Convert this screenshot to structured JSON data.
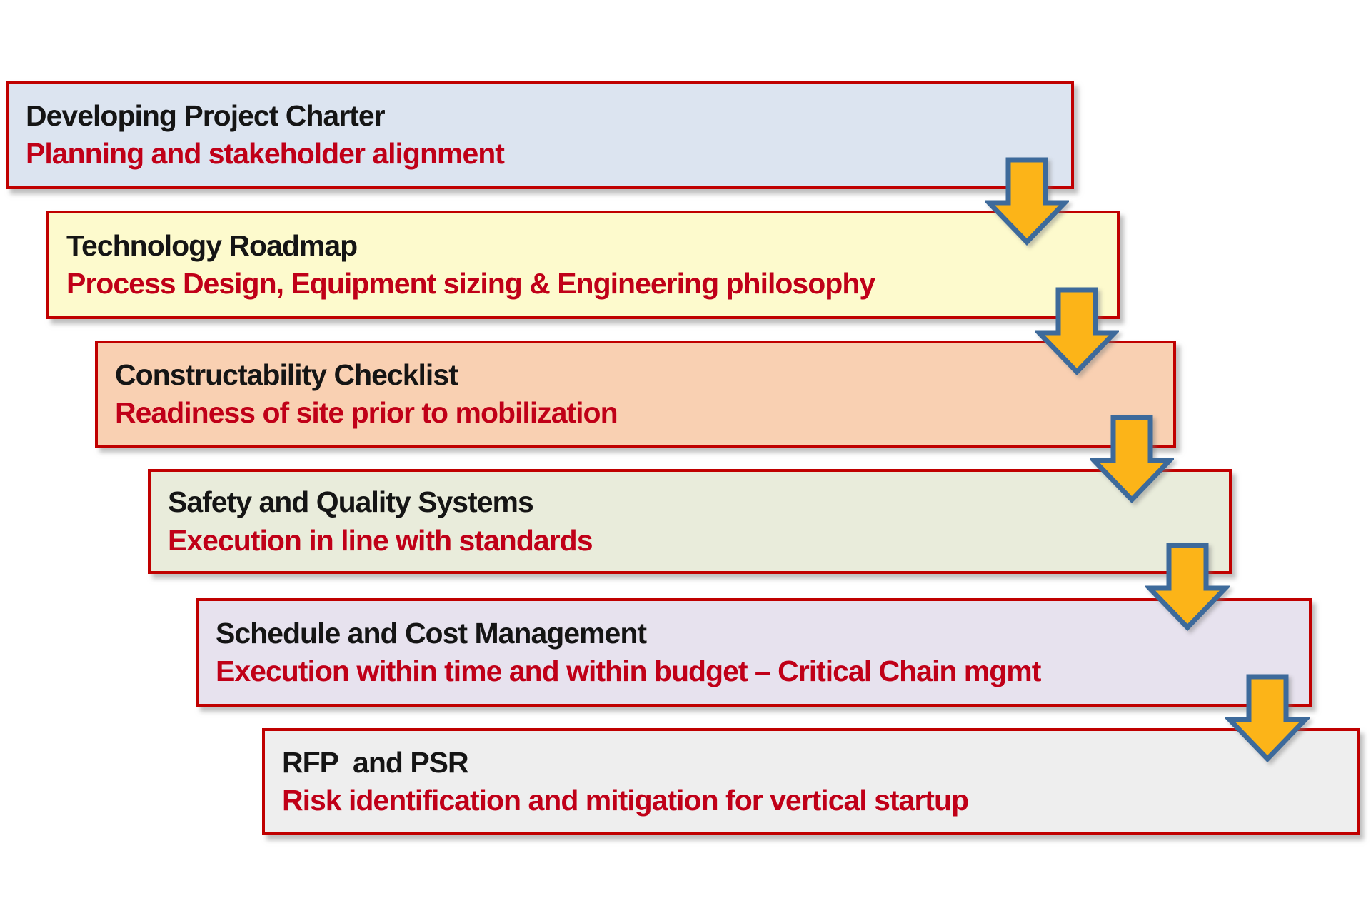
{
  "diagram": {
    "type": "cascade-process-flow",
    "steps": [
      {
        "title": "Developing Project Charter",
        "subtitle": "Planning and stakeholder alignment",
        "fill": "#dce4f0"
      },
      {
        "title": "Technology Roadmap",
        "subtitle": "Process Design, Equipment sizing & Engineering philosophy",
        "fill": "#fdfacd"
      },
      {
        "title": "Constructability Checklist",
        "subtitle": "Readiness of site prior to mobilization",
        "fill": "#f9d0b2"
      },
      {
        "title": "Safety and Quality Systems",
        "subtitle": "Execution in line with standards",
        "fill": "#e9ecdb"
      },
      {
        "title": "Schedule and Cost Management",
        "subtitle": "Execution within time and within budget – Critical Chain mgmt",
        "fill": "#e7e2ee"
      },
      {
        "title": "RFP  and PSR",
        "subtitle": "Risk identification and mitigation for vertical startup",
        "fill": "#eeeeee"
      }
    ],
    "colors": {
      "background": "#ffffff",
      "box_border": "#c00000",
      "title_text": "#151515",
      "subtitle_text": "#c00018",
      "arrow_fill": "#fcb418",
      "arrow_stroke": "#3d6a9b"
    },
    "arrow_icon": "down-arrow"
  }
}
